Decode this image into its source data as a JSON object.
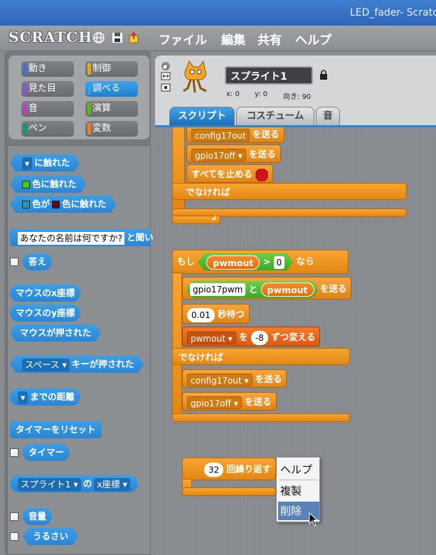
{
  "window": {
    "title": "LED_fader- Scratch"
  },
  "menubar": {
    "logo": "SCRATCH",
    "menus": [
      "ファイル",
      "編集",
      "共有",
      "ヘルプ"
    ],
    "icons": [
      "globe-icon",
      "save-icon",
      "share-icon"
    ]
  },
  "categories": [
    {
      "label": "動き",
      "color": "#4a6cd4"
    },
    {
      "label": "制御",
      "color": "#e1a91a"
    },
    {
      "label": "見た目",
      "color": "#8a55d7"
    },
    {
      "label": "調べる",
      "color": "#2ca5e2",
      "selected": true
    },
    {
      "label": "音",
      "color": "#bb42c3"
    },
    {
      "label": "演算",
      "color": "#5cb712"
    },
    {
      "label": "ペン",
      "color": "#0e9a6c"
    },
    {
      "label": "変数",
      "color": "#ee7d16"
    }
  ],
  "palette": {
    "touching": "に触れた",
    "touching_color": "色に触れた",
    "color_is": "色が",
    "touching_color2": "色に触れた",
    "ask_value": "あなたの名前は何ですか?",
    "ask_wait": "と聞い",
    "answer": "答え",
    "mouse_x": "マウスのx座標",
    "mouse_y": "マウスのy座標",
    "mouse_down": "マウスが押された",
    "key_option": "スペース",
    "key_pressed": "キーが押された",
    "distance_to": "までの距離",
    "reset_timer": "タイマーをリセット",
    "timer": "タイマー",
    "sprite_option": "スプライト1",
    "of": "の",
    "attr_option": "x座標",
    "loudness": "音量",
    "loud": "うるさい"
  },
  "sprite": {
    "name": "スプライト1",
    "x_label": "x:",
    "x": "0",
    "y_label": "y:",
    "y": "0",
    "dir_label": "向き:",
    "dir": "90"
  },
  "tabs": [
    "スクリプト",
    "コスチューム",
    "音"
  ],
  "script": {
    "top_partial": "config17out",
    "send": "を送る",
    "gpio17off": "gpio17off",
    "stop_all": "すべてを止める",
    "else": "でなければ",
    "if": "もし",
    "pwmout": "pwmout",
    "gt": ">",
    "zero": "0",
    "then": "なら",
    "gpio17pwm": "gpio17pwm",
    "and": "と",
    "wait_value": "0.01",
    "wait_label": "秒待つ",
    "change_var": "pwmout",
    "change_by": "を",
    "change_value": "-8",
    "change_label": "ずつ変える",
    "config17out": "config17out",
    "repeat_count": "32",
    "repeat_label": "回繰り返す"
  },
  "context_menu": {
    "items": [
      "ヘルプ",
      "複製",
      "削除"
    ],
    "highlighted": "削除"
  }
}
